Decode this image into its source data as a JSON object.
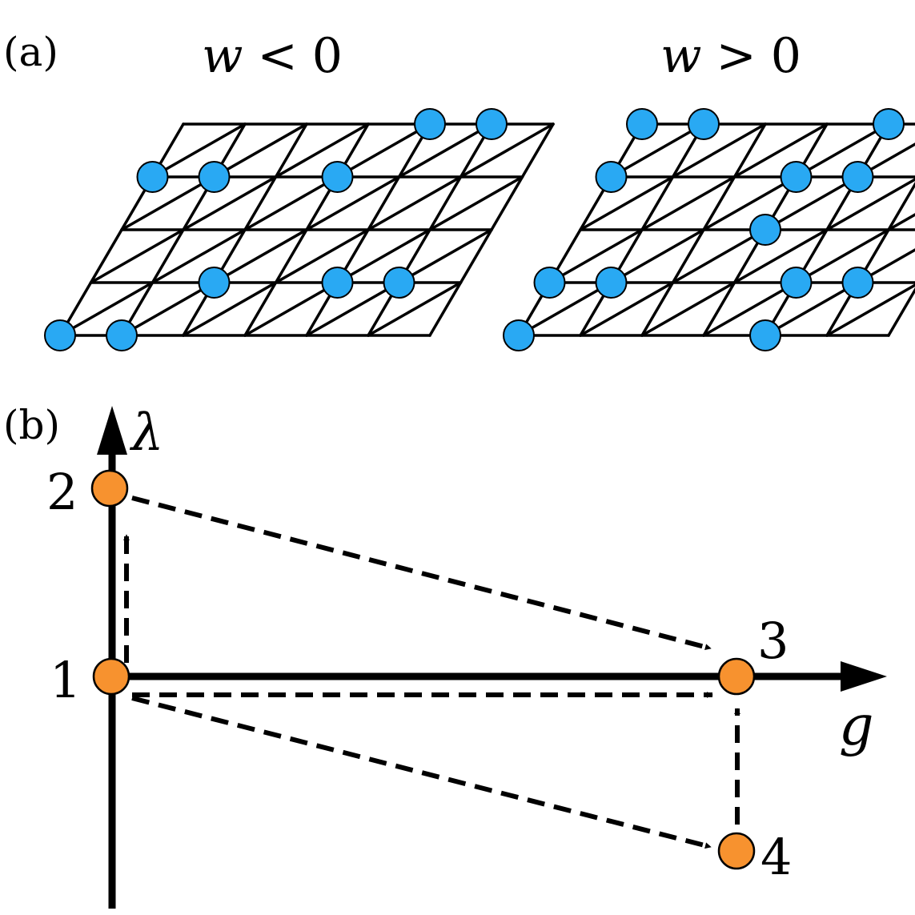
{
  "panel_a": {
    "label": "(a)",
    "left_title": {
      "var": "w",
      "rel": "<",
      "val": "0"
    },
    "right_title": {
      "var": "w",
      "rel": ">",
      "val": "0"
    }
  },
  "panel_b": {
    "label": "(b)",
    "y_axis_label": "λ",
    "x_axis_label": "g",
    "points": [
      {
        "id": "1",
        "label": "1"
      },
      {
        "id": "2",
        "label": "2"
      },
      {
        "id": "3",
        "label": "3"
      },
      {
        "id": "4",
        "label": "4"
      }
    ],
    "arrows": [
      {
        "from": "1",
        "to": "2",
        "style": "dashed"
      },
      {
        "from": "1",
        "to": "3",
        "style": "dashed"
      },
      {
        "from": "1",
        "to": "4",
        "style": "dashed"
      },
      {
        "from": "2",
        "to": "3",
        "style": "dashed"
      },
      {
        "from": "4",
        "to": "3",
        "style": "dashed"
      }
    ]
  },
  "colors": {
    "site_fill": "#29a9f3",
    "point_fill": "#f7922f",
    "stroke": "#000000"
  }
}
